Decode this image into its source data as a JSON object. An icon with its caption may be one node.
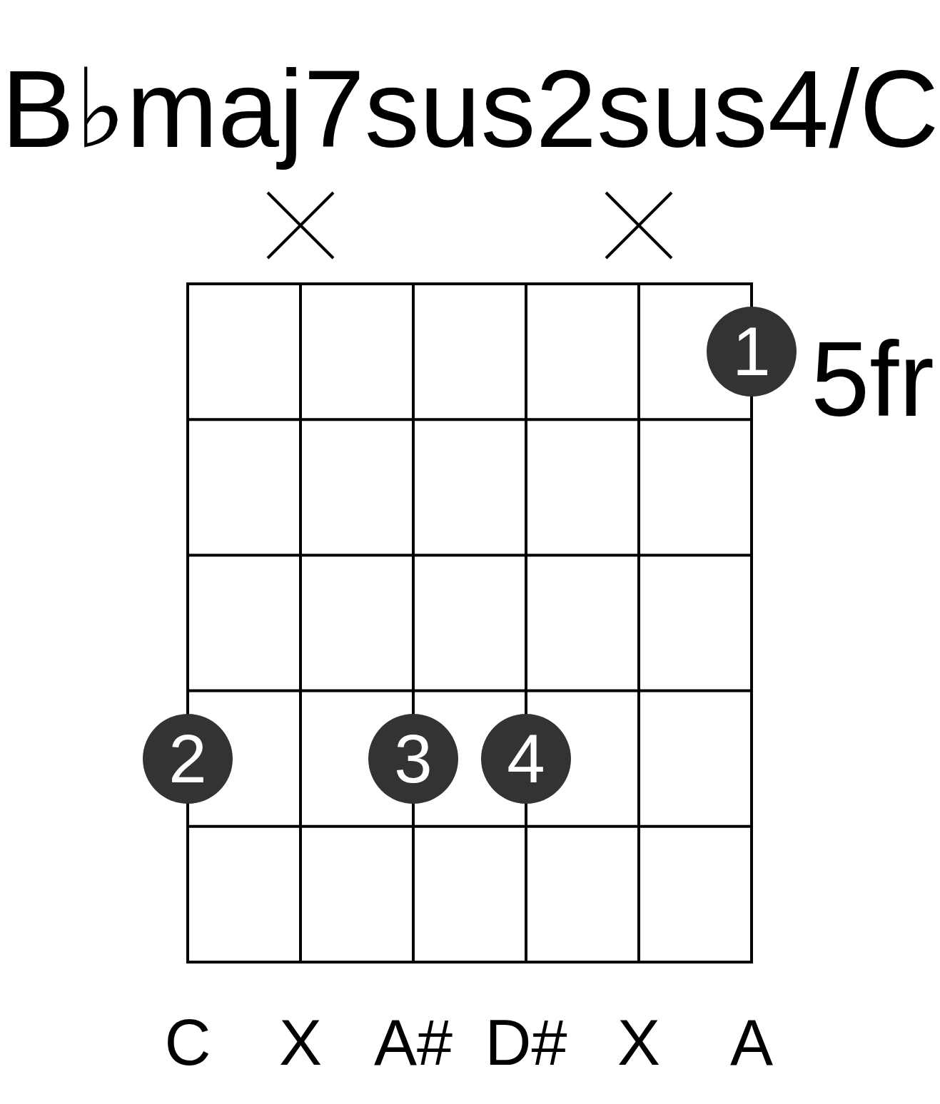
{
  "diagram": {
    "title": "B♭maj7sus2sus4/C",
    "nodes": [
      {
        "text": [
          "1"
        ]
      },
      {
        "text": [
          "2"
        ]
      },
      {
        "text": [
          "3"
        ]
      },
      {
        "text": [
          "4"
        ]
      }
    ],
    "labels": [
      "5fr",
      "C",
      "X",
      "A#",
      "D#",
      "X",
      "A"
    ]
  }
}
